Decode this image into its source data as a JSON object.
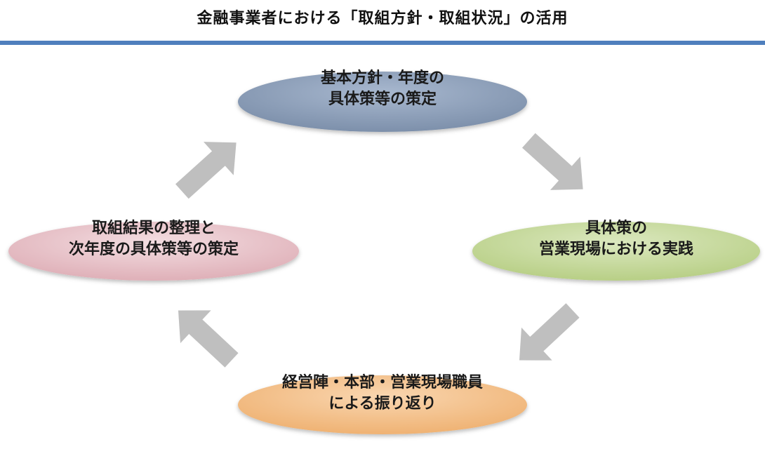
{
  "title": "金融事業者における「取組方針・取組状況」の活用",
  "nodes": [
    {
      "id": "policy",
      "line1": "基本方針・年度の",
      "line2": "具体策等の策定"
    },
    {
      "id": "practice",
      "line1": "具体策の",
      "line2": "営業現場における実践"
    },
    {
      "id": "review",
      "line1": "経営陣・本部・営業現場職員",
      "line2": "による振り返り"
    },
    {
      "id": "organize",
      "line1": "取組結果の整理と",
      "line2": "次年度の具体策等の策定"
    }
  ],
  "colors": {
    "rule": "#4f7fbd",
    "policy": "#8497b0",
    "practice": "#c4d79b",
    "review": "#f4c08a",
    "organize": "#e6b9c0",
    "arrow": "#bfbfbf"
  }
}
